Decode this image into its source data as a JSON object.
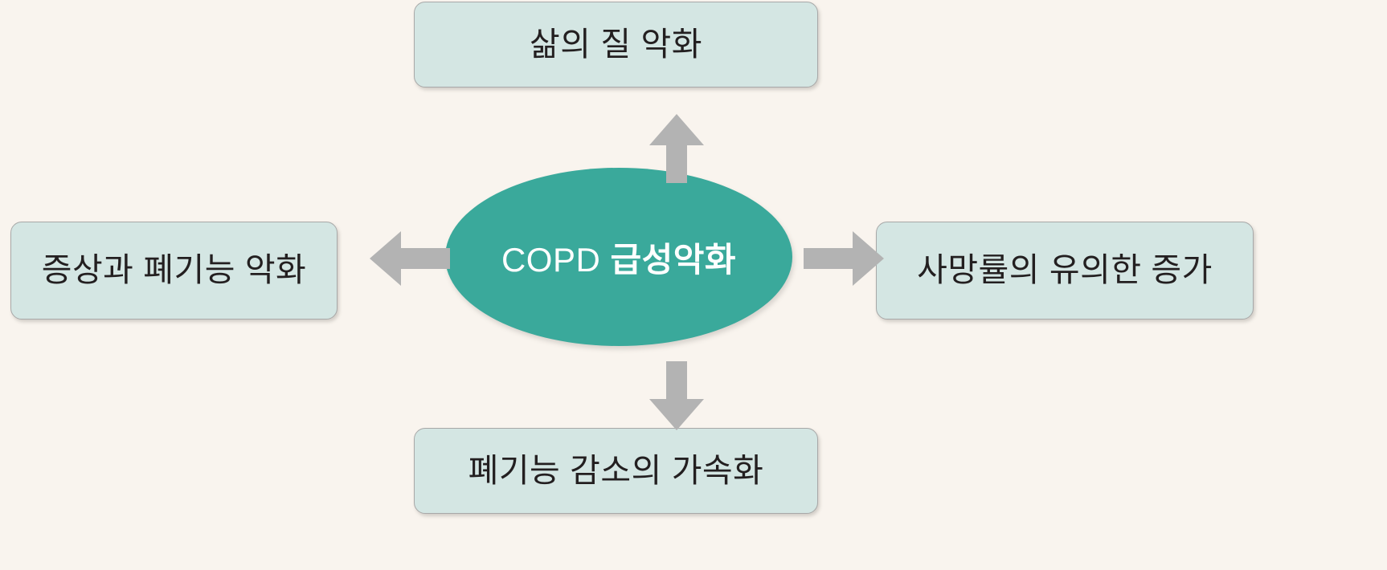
{
  "diagram": {
    "type": "radial-consequence-diagram",
    "background_color": "#f9f4ee",
    "center": {
      "text_plain": "COPD ",
      "text_bold": "급성악화",
      "full_text": "COPD 급성악화",
      "fill_color": "#3aa99b",
      "text_color": "#ffffff"
    },
    "box_fill_color": "#d4e6e3",
    "box_border_color": "#a8a8a8",
    "box_text_color": "#231f20",
    "arrow_color": "#b3b3b3",
    "nodes": [
      {
        "id": "top",
        "label": "삶의 질 악화",
        "direction": "up",
        "arrow_icon": "arrow-up-icon"
      },
      {
        "id": "left",
        "label": "증상과 폐기능 악화",
        "direction": "left",
        "arrow_icon": "arrow-left-icon"
      },
      {
        "id": "right",
        "label": "사망률의 유의한 증가",
        "direction": "right",
        "arrow_icon": "arrow-right-icon"
      },
      {
        "id": "bottom",
        "label": "폐기능 감소의 가속화",
        "direction": "down",
        "arrow_icon": "arrow-down-icon"
      }
    ]
  }
}
